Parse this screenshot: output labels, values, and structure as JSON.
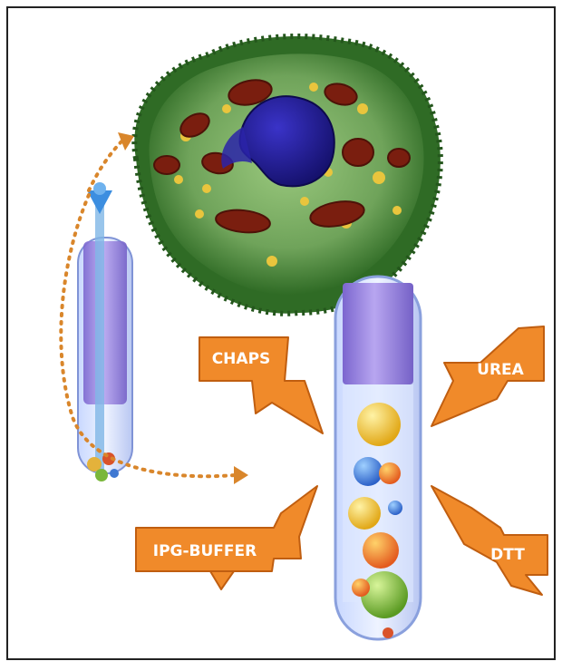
{
  "labels": {
    "chaps": "CHAPS",
    "urea": "UREA",
    "ipg_buffer": "IPG-BUFFER",
    "dtt": "DTT"
  },
  "colors": {
    "arrow_fill": "#f08a2a",
    "arrow_stroke": "#c05e10",
    "label_text": "#ffffff",
    "cell_green": "#3d7a2a",
    "cytoplasm": "#8fbf73",
    "nucleus": "#1f1a8c",
    "organelle": "#7a1e0f",
    "granule": "#e9c53d",
    "tube_purple": "#9a84e0",
    "dotted_path": "#d9862b"
  },
  "icons": {
    "cell": "plant-cell-icon",
    "small_tube": "pipette-tube-icon",
    "large_tube": "sample-tube-icon"
  }
}
